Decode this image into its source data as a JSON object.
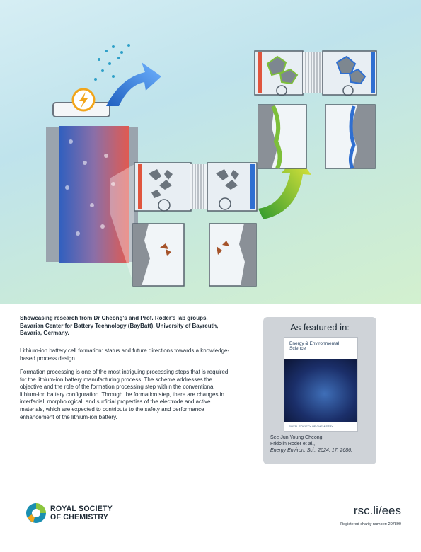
{
  "caption": {
    "showcase": "Showcasing research from Dr Cheong's and Prof. Röder's lab groups, Bavarian Center for Battery Technology (BayBatt), University of Bayreuth, Bavaria, Germany.",
    "article_title": "Lithium-ion battery cell formation: status and future directions towards a knowledge-based process design",
    "body": "Formation processing is one of the most intriguing processing steps that is required for the lithium-ion battery manufacturing process. The scheme addresses the objective and the role of the formation processing step within the conventional lithium-ion battery configuration. Through the formation step, there are changes in interfacial, morphological, and surficial properties of the electrode and active materials, which are expected to contribute to the safety and performance enhancement of the lithium-ion battery."
  },
  "featured": {
    "heading": "As featured in:",
    "cover_title": "Energy & Environmental Science",
    "cover_footer": "ROYAL SOCIETY OF CHEMISTRY",
    "ref_line1": "See Jun Young Cheong,",
    "ref_line2": "Fridolin Röder et al.,",
    "ref_line3": "Energy Environ. Sci., 2024, 17, 2686."
  },
  "publisher": {
    "line1": "ROYAL SOCIETY",
    "line2": "OF CHEMISTRY",
    "url": "rsc.li/ees",
    "charity": "Registered charity number: 207890"
  },
  "colors": {
    "accent_blue": "#2f6fd1",
    "accent_red": "#e04a3a",
    "accent_green": "#7cbf3a",
    "box_gray": "#cfd3d8"
  }
}
